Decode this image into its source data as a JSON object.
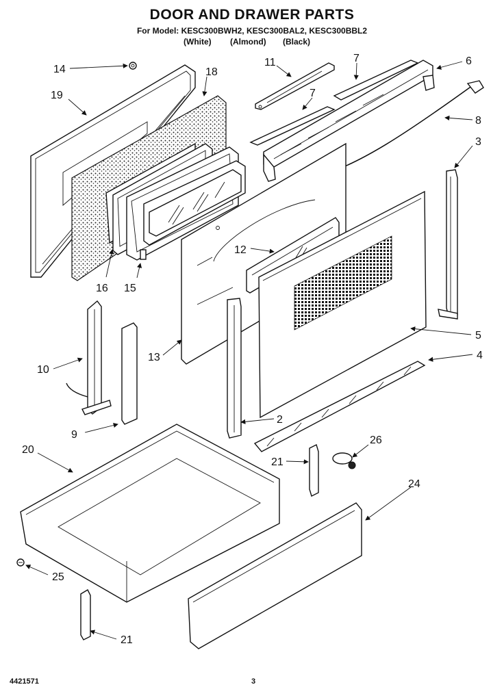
{
  "header": {
    "title": "DOOR AND DRAWER PARTS",
    "models_line": "For Model: KESC300BWH2, KESC300BAL2, KESC300BBL2",
    "variants": [
      "(White)",
      "(Almond)",
      "(Black)"
    ]
  },
  "callouts": {
    "c14": "14",
    "c18": "18",
    "c19": "19",
    "c11": "11",
    "c7a": "7",
    "c7b": "7",
    "c6": "6",
    "c8": "8",
    "c3": "3",
    "c12": "12",
    "c16": "16",
    "c15": "15",
    "c5": "5",
    "c10": "10",
    "c13": "13",
    "c4": "4",
    "c9": "9",
    "c2": "2",
    "c20": "20",
    "c26": "26",
    "c21a": "21",
    "c24": "24",
    "c25": "25",
    "c21b": "21"
  },
  "footer": {
    "doc_number": "4421571",
    "page": "3"
  }
}
